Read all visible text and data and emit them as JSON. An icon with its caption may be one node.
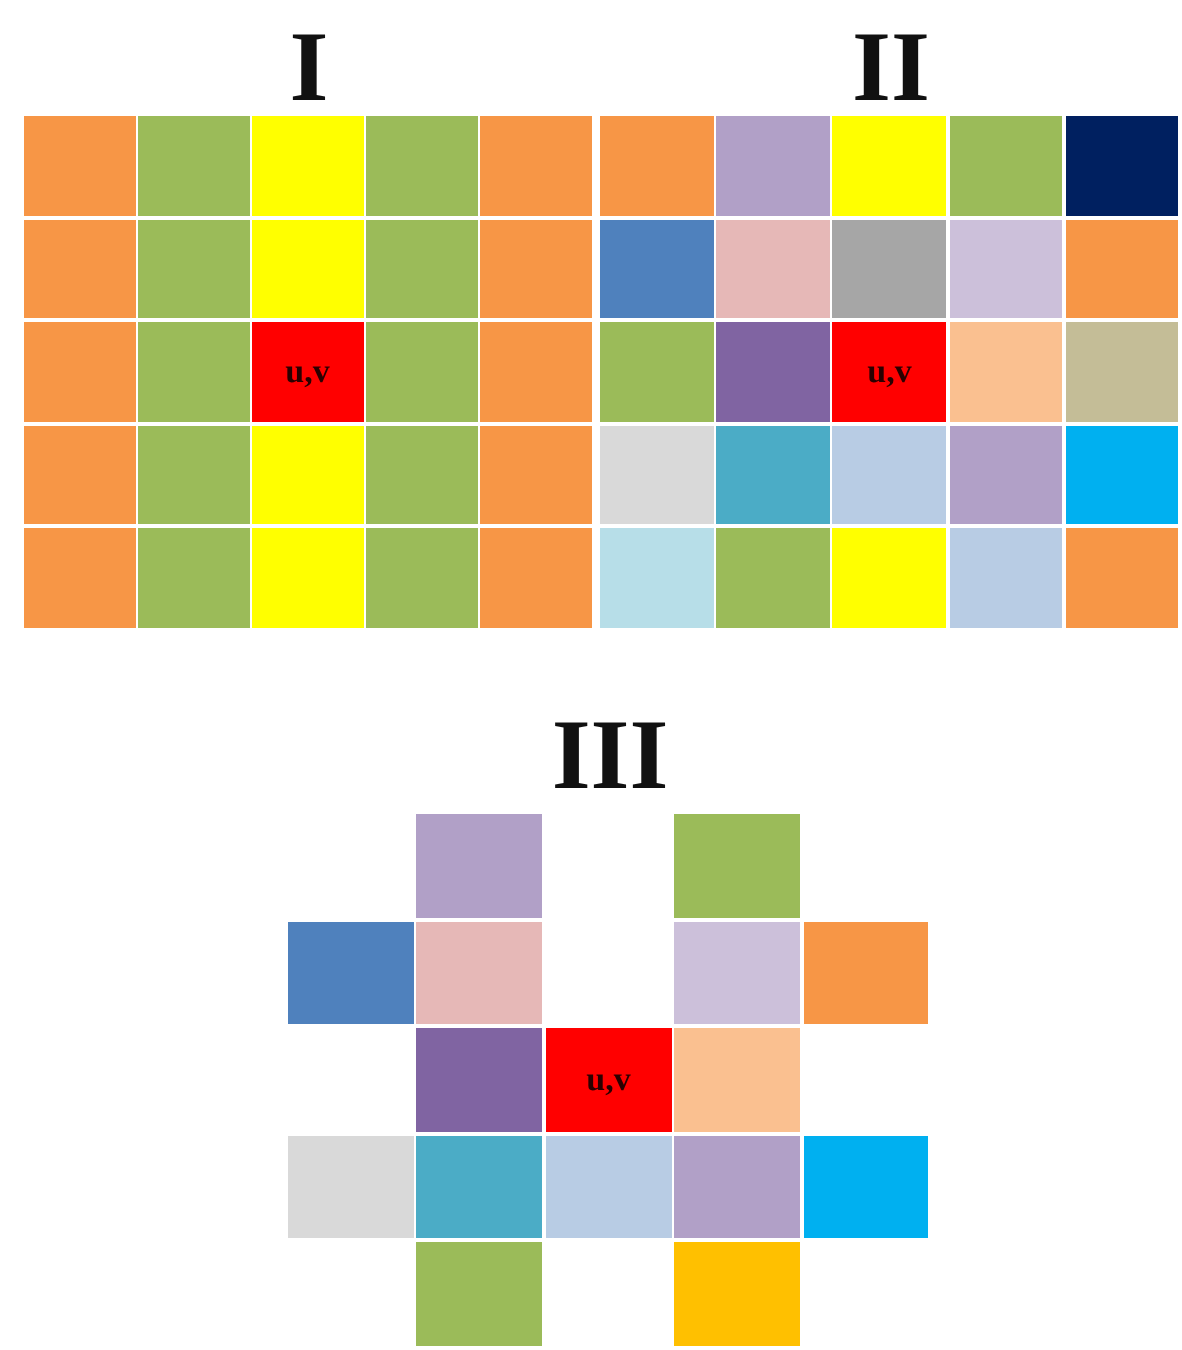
{
  "diagram": {
    "nodes": [
      {
        "text": [
          "I"
        ]
      },
      {
        "text": [],
        "shape": "box",
        "in": 0
      },
      {
        "text": [],
        "shape": "box",
        "in": 0
      },
      {
        "text": [],
        "shape": "box",
        "in": 0
      },
      {
        "text": [],
        "shape": "box",
        "in": 0
      },
      {
        "text": [],
        "shape": "box",
        "in": 0
      },
      {
        "text": [],
        "shape": "box",
        "in": 0
      },
      {
        "text": [],
        "shape": "box",
        "in": 0
      },
      {
        "text": [],
        "shape": "box",
        "in": 0
      },
      {
        "text": [],
        "shape": "box",
        "in": 0
      },
      {
        "text": [],
        "shape": "box",
        "in": 0
      },
      {
        "text": [],
        "shape": "box",
        "in": 0
      },
      {
        "text": [],
        "shape": "box",
        "in": 0
      },
      {
        "text": [
          "u,v"
        ],
        "in": 0
      },
      {
        "text": [],
        "shape": "box",
        "in": 0
      },
      {
        "text": [],
        "shape": "box",
        "in": 0
      },
      {
        "text": [],
        "shape": "box",
        "in": 0
      },
      {
        "text": [],
        "shape": "box",
        "in": 0
      },
      {
        "text": [],
        "shape": "box",
        "in": 0
      },
      {
        "text": [],
        "shape": "box",
        "in": 0
      },
      {
        "text": [],
        "shape": "box",
        "in": 0
      },
      {
        "text": [],
        "shape": "box",
        "in": 0
      },
      {
        "text": [],
        "shape": "box",
        "in": 0
      },
      {
        "text": [],
        "shape": "box",
        "in": 0
      },
      {
        "text": [],
        "shape": "box",
        "in": 0
      },
      {
        "text": [],
        "shape": "box",
        "in": 0
      },
      {
        "text": [
          "II"
        ]
      },
      {
        "text": [],
        "shape": "box",
        "in": 26
      },
      {
        "text": [],
        "shape": "box",
        "in": 26
      },
      {
        "text": [],
        "shape": "box",
        "in": 26
      },
      {
        "text": [],
        "shape": "box",
        "in": 26
      },
      {
        "text": [],
        "shape": "box",
        "in": 26
      },
      {
        "text": [],
        "shape": "box",
        "in": 26
      },
      {
        "text": [],
        "shape": "box",
        "in": 26
      },
      {
        "text": [],
        "shape": "box",
        "in": 26
      },
      {
        "text": [],
        "shape": "box",
        "in": 26
      },
      {
        "text": [],
        "shape": "box",
        "in": 26
      },
      {
        "text": [],
        "shape": "box",
        "in": 26
      },
      {
        "text": [],
        "shape": "box",
        "in": 26
      },
      {
        "text": [
          "u,v"
        ],
        "in": 26
      },
      {
        "text": [],
        "shape": "box",
        "in": 26
      },
      {
        "text": [],
        "shape": "box",
        "in": 26
      },
      {
        "text": [],
        "shape": "box",
        "in": 26
      },
      {
        "text": [],
        "shape": "box",
        "in": 26
      },
      {
        "text": [],
        "shape": "box",
        "in": 26
      },
      {
        "text": [],
        "shape": "box",
        "in": 26
      },
      {
        "text": [],
        "shape": "box",
        "in": 26
      },
      {
        "text": [],
        "shape": "box",
        "in": 26
      },
      {
        "text": [],
        "shape": "box",
        "in": 26
      },
      {
        "text": [],
        "shape": "box",
        "in": 26
      },
      {
        "text": [],
        "shape": "box",
        "in": 26
      },
      {
        "text": [],
        "shape": "box",
        "in": 26
      },
      {
        "text": [
          "III"
        ]
      },
      {
        "text": [],
        "shape": "box",
        "in": 52
      },
      {
        "text": [],
        "shape": "box",
        "in": 52
      },
      {
        "text": [],
        "shape": "box",
        "in": 52
      },
      {
        "text": [],
        "shape": "box",
        "in": 52
      },
      {
        "text": [],
        "shape": "box",
        "in": 52
      },
      {
        "text": [],
        "shape": "box",
        "in": 52
      },
      {
        "text": [],
        "shape": "box",
        "in": 52
      },
      {
        "text": [
          "u,v"
        ],
        "in": 52
      },
      {
        "text": [],
        "shape": "box",
        "in": 52
      },
      {
        "text": [],
        "shape": "box",
        "in": 52
      },
      {
        "text": [],
        "shape": "box",
        "in": 52
      },
      {
        "text": [],
        "shape": "box",
        "in": 52
      },
      {
        "text": [],
        "shape": "box",
        "in": 52
      },
      {
        "text": [],
        "shape": "box",
        "in": 52
      },
      {
        "text": [],
        "shape": "box",
        "in": 52
      },
      {
        "text": [],
        "shape": "box",
        "in": 52
      }
    ]
  }
}
